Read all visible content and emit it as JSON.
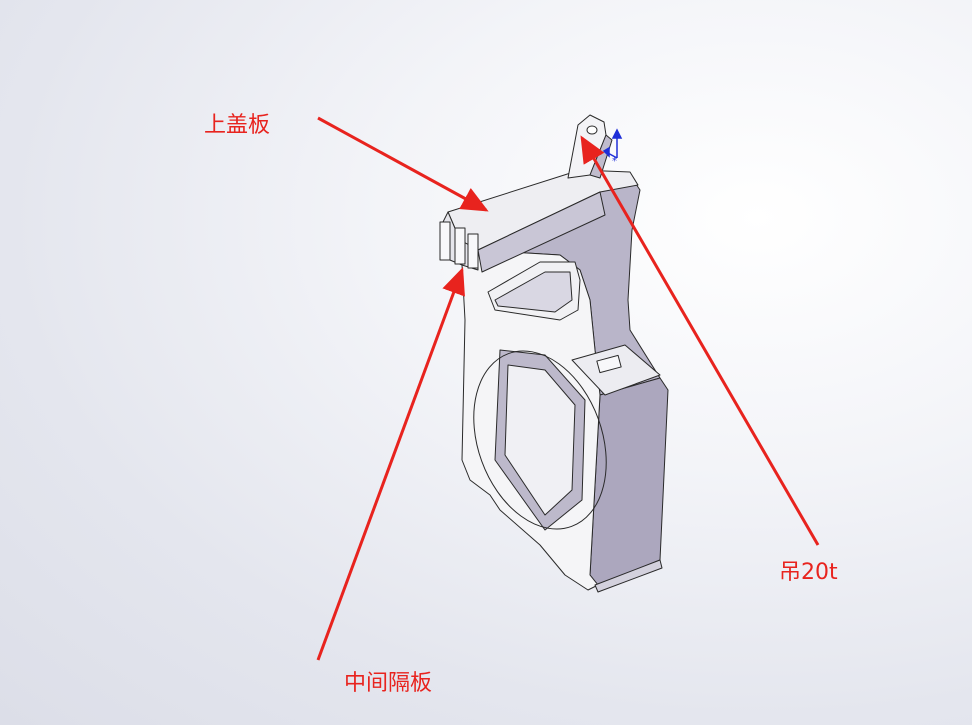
{
  "annotation_color": "#e8231e",
  "model_fill": "#f4f4f6",
  "model_shade": "#b7b3c7",
  "model_edge": "#2a2a2a",
  "callouts": {
    "top_cover": "上盖板",
    "lift": "吊20t",
    "mid_partition": "中间隔板"
  }
}
